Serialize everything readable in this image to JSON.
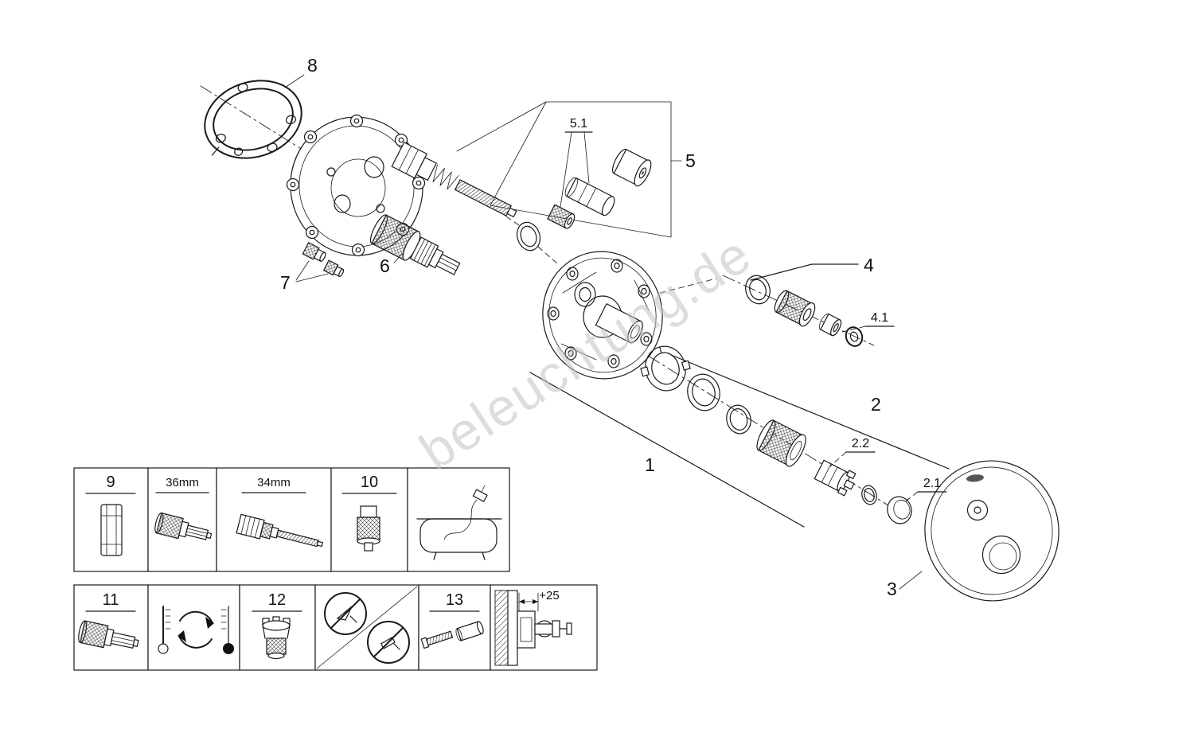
{
  "watermark": "beleuchtung.de",
  "parts": {
    "p1": "1",
    "p2": "2",
    "p2_1": "2.1",
    "p2_2": "2.2",
    "p3": "3",
    "p4": "4",
    "p4_1": "4.1",
    "p5": "5",
    "p5_1": "5.1",
    "p6": "6",
    "p7": "7",
    "p8": "8"
  },
  "legend": {
    "p9": "9",
    "p10": "10",
    "p11": "11",
    "p12": "12",
    "p13": "13",
    "dim_36": "36mm",
    "dim_34": "34mm",
    "wall_offset": "+25"
  }
}
